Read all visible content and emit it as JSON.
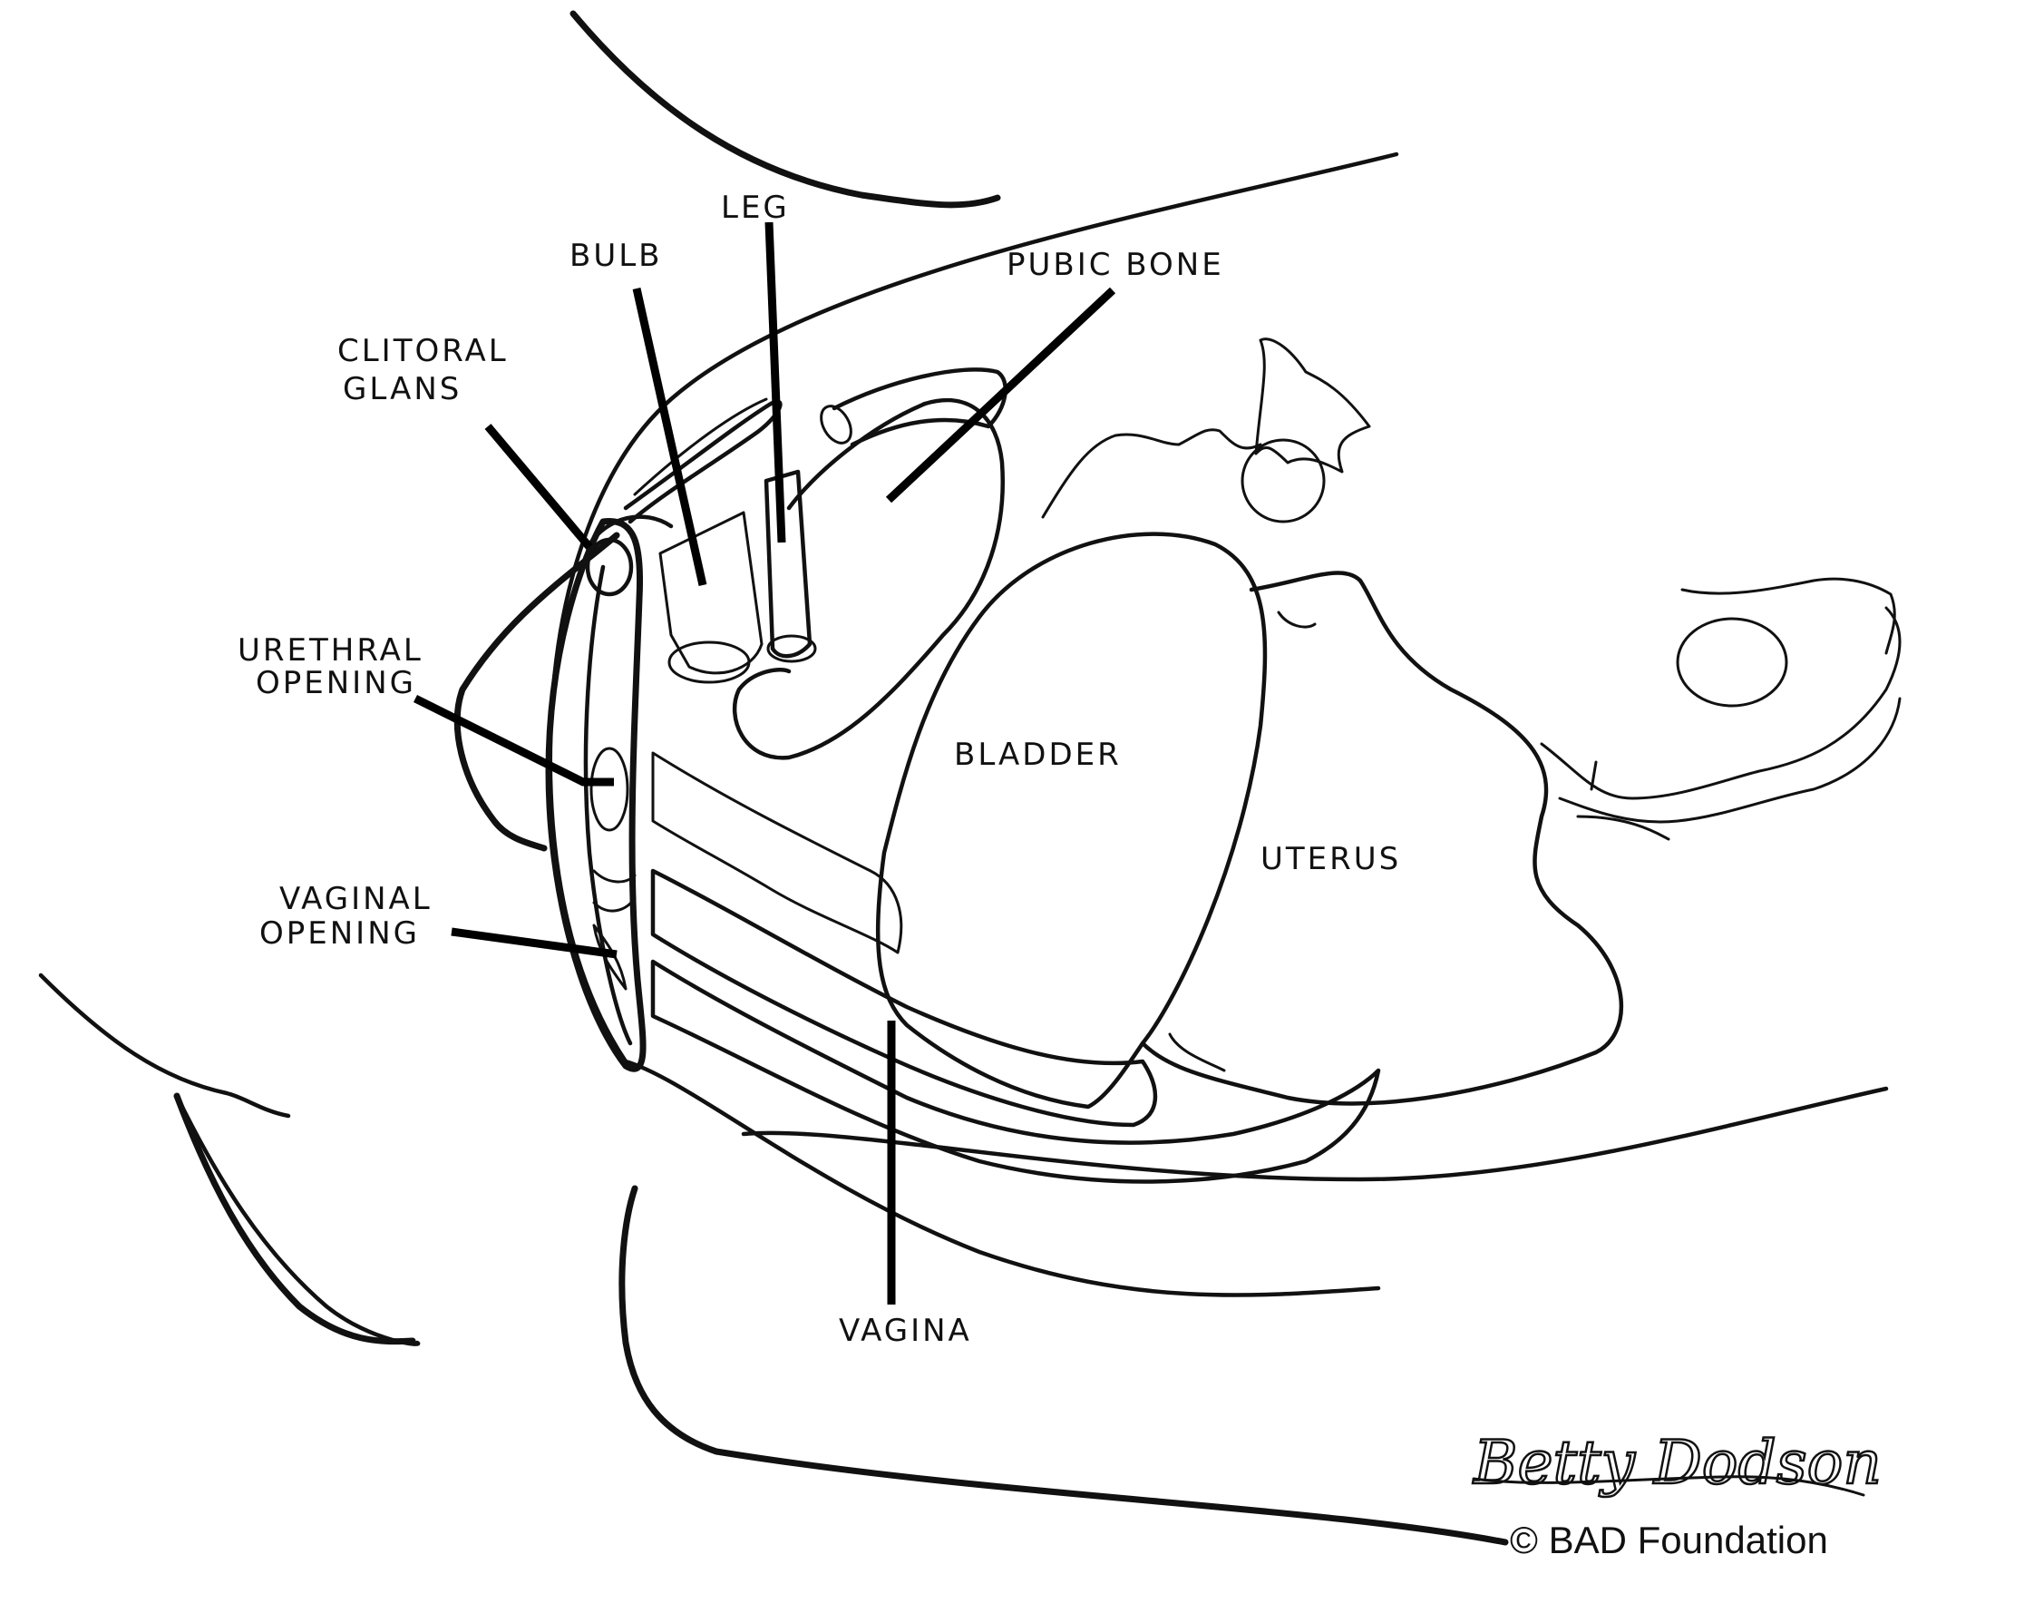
{
  "diagram": {
    "title": "Female pelvic anatomy (sagittal view)",
    "labels": {
      "leg": "LEG",
      "bulb": "BULB",
      "pubic_bone": "PUBIC BONE",
      "clitoral_glans_line1": "CLITORAL",
      "clitoral_glans_line2": "GLANS",
      "urethral_opening_line1": "URETHRAL",
      "urethral_opening_line2": "OPENING",
      "vaginal_opening_line1": "VAGINAL",
      "vaginal_opening_line2": "OPENING",
      "bladder": "BLADDER",
      "uterus": "UTERUS",
      "vagina": "VAGINA"
    },
    "signature": "Betty Dodson",
    "copyright": "© BAD Foundation"
  },
  "colors": {
    "ink": "#111111",
    "background": "#ffffff"
  }
}
